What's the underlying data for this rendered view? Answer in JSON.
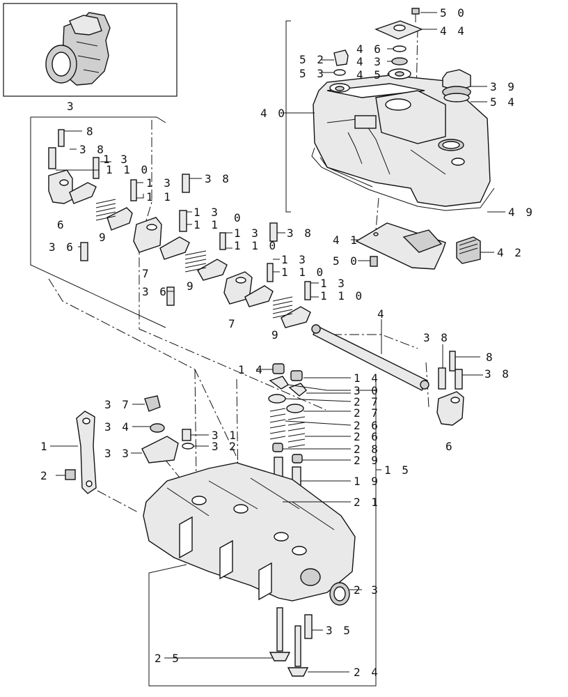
{
  "labels": {
    "l_50a": "5 0",
    "l_44": "4 4",
    "l_52": "5 2",
    "l_46": "4 6",
    "l_43": "4 3",
    "l_53": "5 3",
    "l_45": "4 5",
    "l_39": "3 9",
    "l_54": "5 4",
    "l_40": "4 0",
    "l_49": "4 9",
    "l_41": "4 1",
    "l_42": "4 2",
    "l_50b": "5 0",
    "l_3": "3",
    "l_8a": "8",
    "l_38a": "3 8",
    "l_13a": "1 3",
    "l_110a": "1 1 0",
    "l_13b": "1 3",
    "l_11a": "1 1",
    "l_38b": "3 8",
    "l_6a": "6",
    "l_9a": "9",
    "l_13c": "1 3",
    "l_11b": "1 1",
    "l_0a": "0",
    "l_13d": "1 3",
    "l_110b": "1 1 0",
    "l_38c": "3 8",
    "l_36a": "3 6",
    "l_7a": "7",
    "l_9b": "9",
    "l_13e": "1 3",
    "l_110c": "1 1 0",
    "l_36b": "3 6",
    "l_13f": "1 3",
    "l_110d": "1 1 0",
    "l_7b": "7",
    "l_9c": "9",
    "l_4": "4",
    "l_38d": "3 8",
    "l_8b": "8",
    "l_38e": "3 8",
    "l_6b": "6",
    "l_14a": "1 4",
    "l_14b": "1 4",
    "l_30": "3 0",
    "l_27a": "2 7",
    "l_27b": "2 7",
    "l_26a": "2 6",
    "l_26b": "2 6",
    "l_28": "2 8",
    "l_29": "2 9",
    "l_19": "1 9",
    "l_15": "1 5",
    "l_21": "2 1",
    "l_37": "3 7",
    "l_34": "3 4",
    "l_31": "3 1",
    "l_32": "3 2",
    "l_33": "3 3",
    "l_1": "1",
    "l_2": "2",
    "l_23": "2 3",
    "l_35": "3 5",
    "l_25": "2 5",
    "l_24": "2 4"
  }
}
